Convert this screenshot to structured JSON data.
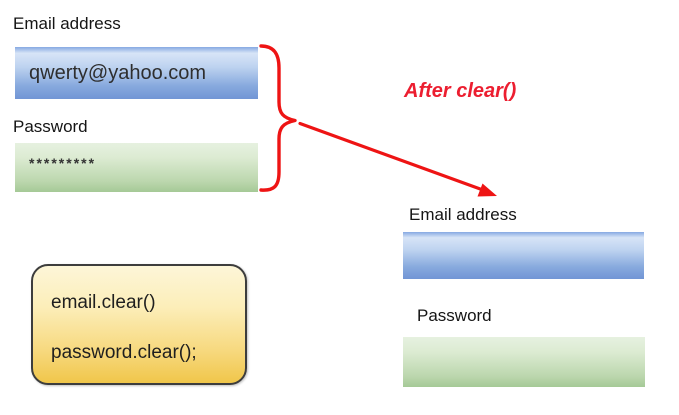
{
  "diagram": {
    "before": {
      "email_label": "Email address",
      "email_value": "qwerty@yahoo.com",
      "password_label": "Password",
      "password_value": "*********"
    },
    "annotation": "After clear()",
    "after": {
      "email_label": "Email address",
      "email_value": "",
      "password_label": "Password",
      "password_value": ""
    },
    "code": {
      "line1": "email.clear()",
      "line2": "password.clear();"
    }
  },
  "colors": {
    "accent_red": "#ee1414",
    "annotation_red": "#ec1e30",
    "field_blue_top": "#d7e4f7",
    "field_blue_bottom": "#7195d5",
    "field_green_top": "#e6f1e0",
    "field_green_bottom": "#a5c996",
    "code_box_top": "#fdf6d8",
    "code_box_bottom": "#f0c64a",
    "code_box_border": "#3d3d3d"
  }
}
